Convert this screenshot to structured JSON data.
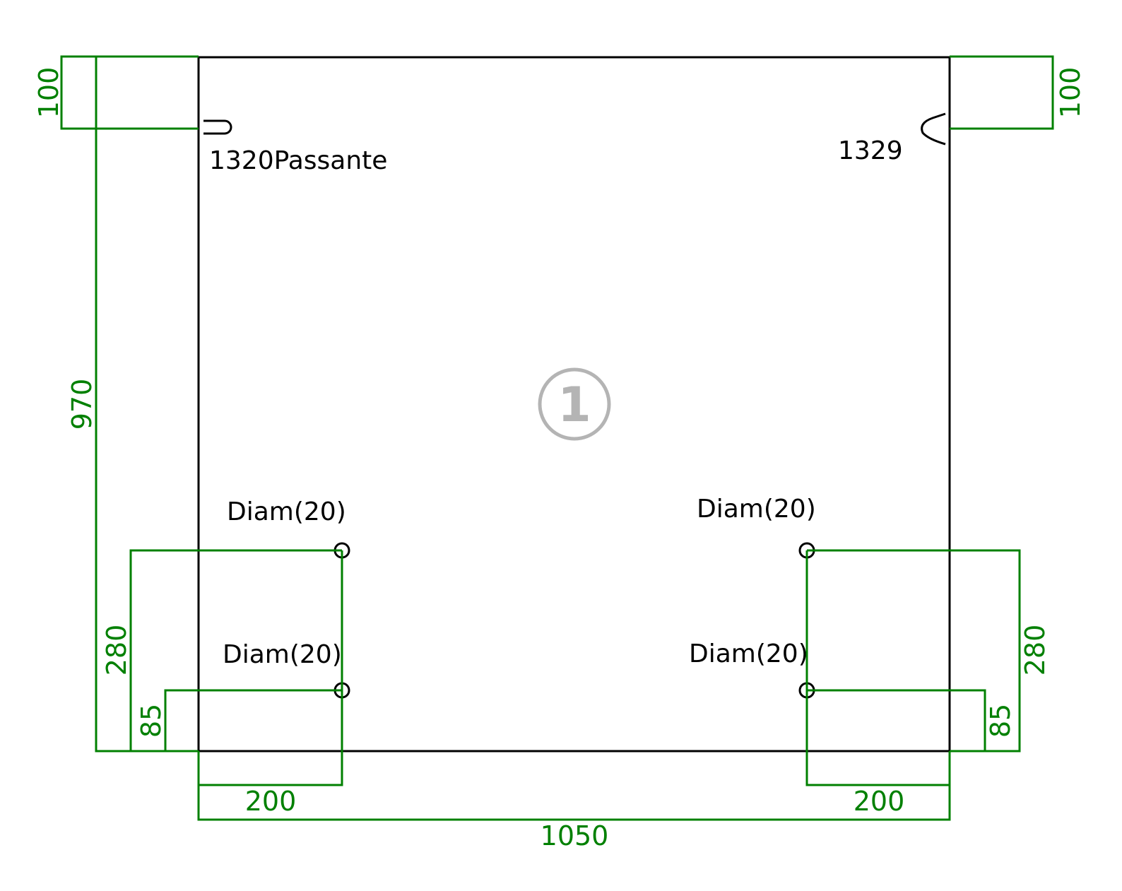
{
  "colors": {
    "part": "#000000",
    "dimension": "#008000",
    "part_number": "#b4b4b4"
  },
  "part_number": "1",
  "labels": {
    "top_left": "1320Passante",
    "top_right": "1329",
    "hole_upper_left": "Diam(20)",
    "hole_upper_right": "Diam(20)",
    "hole_lower_left": "Diam(20)",
    "hole_lower_right": "Diam(20)"
  },
  "dimensions": {
    "overall_width": "1050",
    "overall_height": "970",
    "left_top_offset": "100",
    "right_top_offset": "100",
    "left_upper_hole_height": "280",
    "right_upper_hole_height": "280",
    "left_lower_hole_height": "85",
    "right_lower_hole_height": "85",
    "left_hole_x": "200",
    "right_hole_x": "200"
  }
}
